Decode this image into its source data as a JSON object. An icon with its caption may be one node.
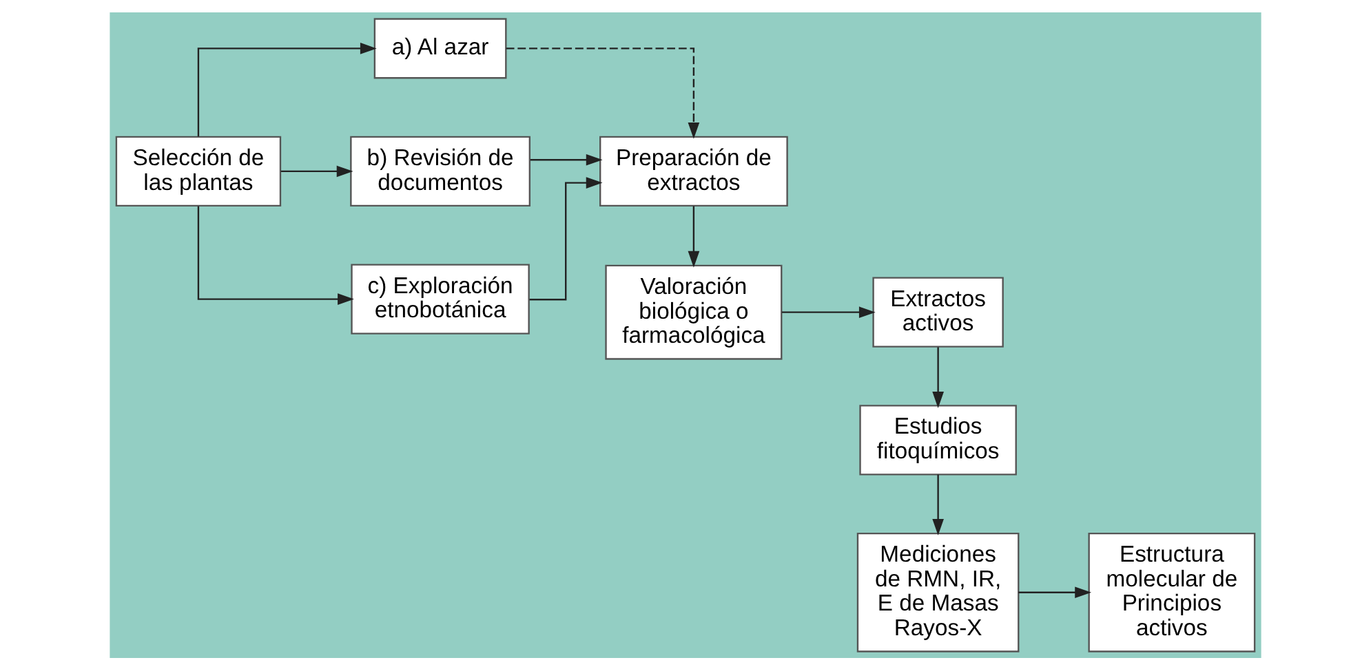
{
  "diagram": {
    "nodes": [
      {
        "text": [
          "Selección de las plantas"
        ]
      },
      {
        "text": [
          "a) Al azar"
        ]
      },
      {
        "text": [
          "b) Revisión de documentos"
        ]
      },
      {
        "text": [
          "c) Exploración etnobotánica"
        ]
      },
      {
        "text": [
          "Preparación de extractos"
        ]
      },
      {
        "text": [
          "Valoración biológica o farmacológica"
        ]
      },
      {
        "text": [
          "Extractos activos"
        ]
      },
      {
        "text": [
          "Estudios fitoquímicos"
        ]
      },
      {
        "text": [
          "Mediciones de RMN, IR, E de Masas Rayos-X"
        ]
      },
      {
        "text": [
          "Estructura molecular de Principios activos"
        ]
      }
    ],
    "edges": [
      {
        "from": 0,
        "to": 1,
        "arrow": "to"
      },
      {
        "from": 0,
        "to": 2,
        "arrow": "to"
      },
      {
        "from": 0,
        "to": 3,
        "arrow": "to"
      },
      {
        "from": 1,
        "to": 4,
        "arrow": "to",
        "style": "dashed"
      },
      {
        "from": 2,
        "to": 4,
        "arrow": "to"
      },
      {
        "from": 3,
        "to": 4,
        "arrow": "to"
      },
      {
        "from": 4,
        "to": 5,
        "arrow": "to"
      },
      {
        "from": 5,
        "to": 6,
        "arrow": "to"
      },
      {
        "from": 6,
        "to": 7,
        "arrow": "to"
      },
      {
        "from": 7,
        "to": 8,
        "arrow": "to"
      },
      {
        "from": 8,
        "to": 9,
        "arrow": "to"
      }
    ]
  }
}
